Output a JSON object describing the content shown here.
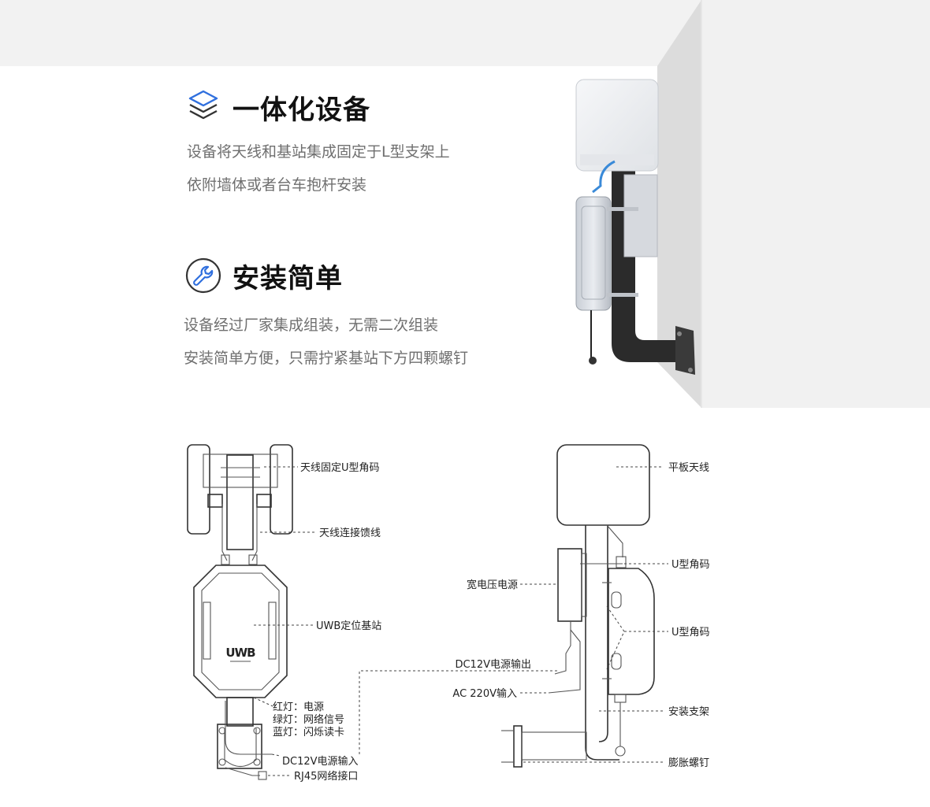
{
  "features": [
    {
      "icon": "layers-icon",
      "title": "一体化设备",
      "lines": [
        "设备将天线和基站集成固定于L型支架上",
        "依附墙体或者台车抱杆安装"
      ]
    },
    {
      "icon": "wrench-icon",
      "title": "安装简单",
      "lines": [
        "设备经过厂家集成组装，无需二次组装",
        "安装简单方便，只需拧紧基站下方四颗螺钉"
      ]
    }
  ],
  "diagram_front": {
    "device_mark": "UWB",
    "labels": {
      "antenna_bracket": "天线固定U型角码",
      "feeder": "天线连接馈线",
      "base_station": "UWB定位基站",
      "led_red": "红灯：电源",
      "led_green": "绿灯：网络信号",
      "led_blue": "蓝灯：闪烁读卡",
      "dc_in": "DC12V电源输入",
      "rj45": "RJ45网络接口"
    }
  },
  "diagram_side": {
    "labels": {
      "panel_antenna": "平板天线",
      "u_bracket_1": "U型角码",
      "psu": "宽电压电源",
      "u_bracket_2": "U型角码",
      "dc_out": "DC12V电源输出",
      "ac_in": "AC 220V输入",
      "mount": "安装支架",
      "bolt": "膨胀螺钉"
    }
  },
  "colors": {
    "accent_blue": "#2f6fde",
    "pole": "#2b2b2b",
    "cable_blue": "#3a8ad8"
  }
}
